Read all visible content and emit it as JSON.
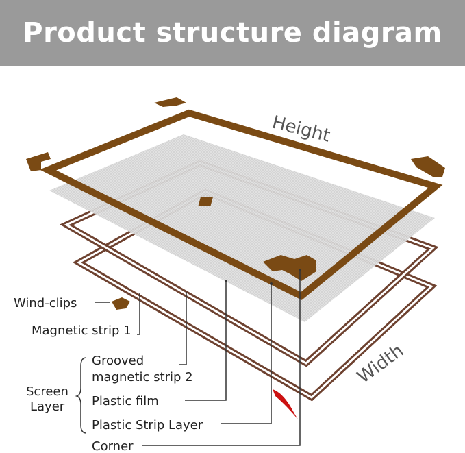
{
  "header": {
    "title": "Product structure diagram"
  },
  "dimensions": {
    "height": "Height",
    "width": "Width"
  },
  "labels": {
    "wind_clips": "Wind-clips",
    "magnetic_strip_1": "Magnetic strip 1",
    "grooved_line1": "Grooved",
    "grooved_line2": "magnetic strip 2",
    "plastic_film": "Plastic film",
    "plastic_strip_layer": "Plastic Strip Layer",
    "corner": "Corner",
    "screen_line1": "Screen",
    "screen_line2": "Layer"
  },
  "colors": {
    "header_bg": "#9a9a9a",
    "frame_brown": "#7a4a14",
    "strip_brown": "#6e4230",
    "mesh_gray": "#dcdcdc",
    "accent_red": "#cc1111"
  }
}
